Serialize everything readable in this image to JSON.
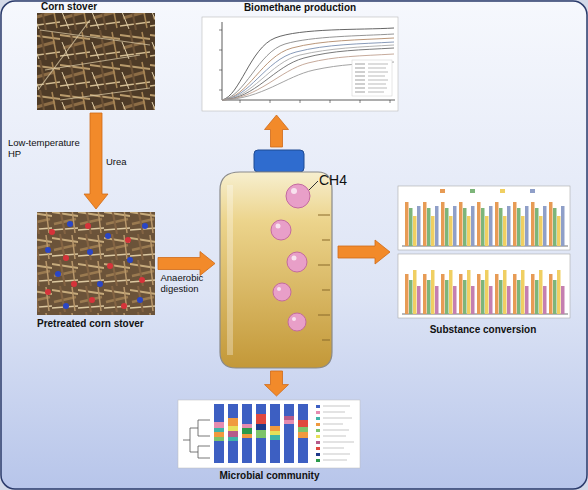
{
  "diagram": {
    "nodes": [
      {
        "text": [
          "Corn stover"
        ]
      },
      {
        "text": [
          "Biomethane production"
        ]
      },
      {
        "text": [
          "Pretreated corn stover"
        ]
      },
      {
        "text": [
          "CH4"
        ]
      },
      {
        "text": [
          "Substance conversion"
        ]
      },
      {
        "text": [
          "Microbial community"
        ]
      }
    ],
    "edges": [
      {
        "from": 0,
        "to": 2,
        "arrow": "to",
        "label": "Low-temperature HP"
      },
      {
        "from": 2,
        "to": 3,
        "arrow": "to",
        "label": "Anaerobic digestion"
      },
      {
        "from": 3,
        "to": 1,
        "arrow": "to"
      },
      {
        "from": 3,
        "to": 4,
        "arrow": "to"
      },
      {
        "from": 3,
        "to": 5,
        "arrow": "to"
      }
    ],
    "labels": [
      "Urea"
    ]
  }
}
